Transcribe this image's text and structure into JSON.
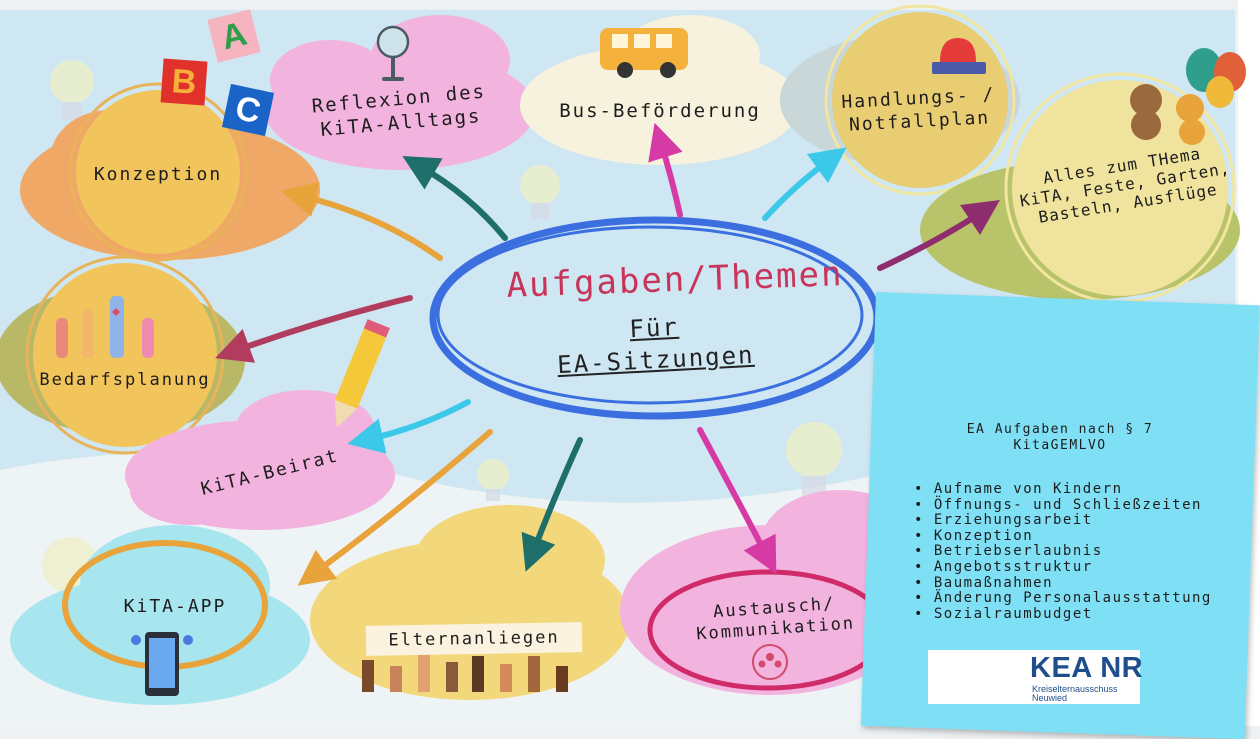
{
  "center": {
    "title": "Aufgaben/Themen",
    "sub1": "Für",
    "sub2": "EA-Sitzungen"
  },
  "nodes": {
    "konzeption": "Konzeption",
    "reflexion1": "Reflexion des",
    "reflexion2": "KiTA-Alltags",
    "bus": "Bus-Beförderung",
    "handlungs1": "Handlungs- /",
    "handlungs2": "Notfallplan",
    "alles1": "Alles zum THema",
    "alles2": "KiTA, Feste, Garten,",
    "alles3": "Basteln, Ausflüge",
    "bedarf": "Bedarfsplanung",
    "beirat": "KiTA-Beirat",
    "app": "KiTA-APP",
    "eltern": "Elternanliegen",
    "austausch1": "Austausch/",
    "austausch2": "Kommunikation"
  },
  "abc": {
    "a": "A",
    "b": "B",
    "c": "C"
  },
  "note": {
    "title1": "EA Aufgaben nach § 7",
    "title2": "KitaGEMLVO",
    "items": [
      "Aufname von Kindern",
      "Öffnungs- und Schließzeiten",
      "Erziehungsarbeit",
      "Konzeption",
      "Betriebserlaubnis",
      "Angebotsstruktur",
      "Baumaßnahmen",
      "Änderung Personalausstattung",
      "Sozialraumbudget"
    ]
  },
  "logo": {
    "main": "KEA NR",
    "sub1": "Kreiselternausschuss",
    "sub2": "Neuwied"
  },
  "colors": {
    "background": "#cfe6f3",
    "note": "#7fe0f5",
    "center_ring": "#3b6fe0",
    "title": "#c9355a",
    "arrow_orange": "#e8a33a",
    "arrow_teal": "#1e6e6a",
    "arrow_magenta": "#d63aa5",
    "arrow_cyan": "#3cc8e8",
    "arrow_purple": "#8e2e6e",
    "arrow_rose": "#b23c5e"
  }
}
